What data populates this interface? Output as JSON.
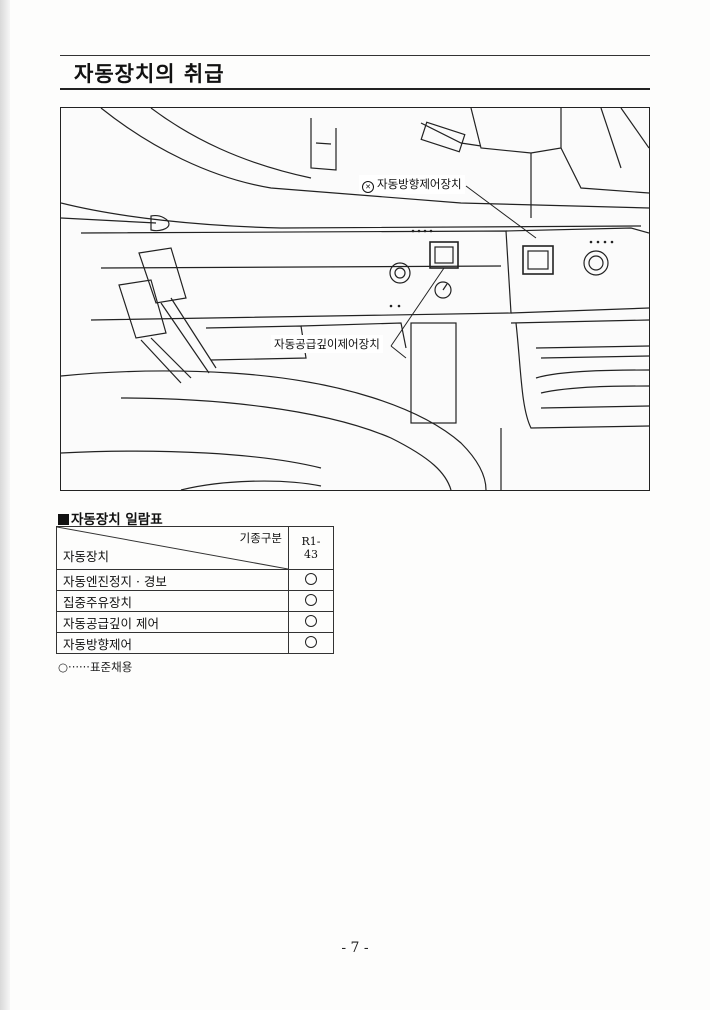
{
  "header": {
    "title": "자동장치의 취급"
  },
  "figure": {
    "callouts": {
      "auto_steering": "자동방향제어장치",
      "auto_depth": "자동공급깊이제어장치"
    }
  },
  "device_table": {
    "heading": "자동장치 일람표",
    "header_top": "기종구분",
    "header_bottom": "자동장치",
    "model": "R1-43",
    "rows": [
      {
        "name": "자동엔진정지 · 경보",
        "mark": "○"
      },
      {
        "name": "집중주유장치",
        "mark": "○"
      },
      {
        "name": "자동공급깊이 제어",
        "mark": "○"
      },
      {
        "name": "자동방향제어",
        "mark": "○"
      }
    ],
    "legend": "○······표준채용"
  },
  "footer": {
    "page_number": "- 7 -"
  }
}
